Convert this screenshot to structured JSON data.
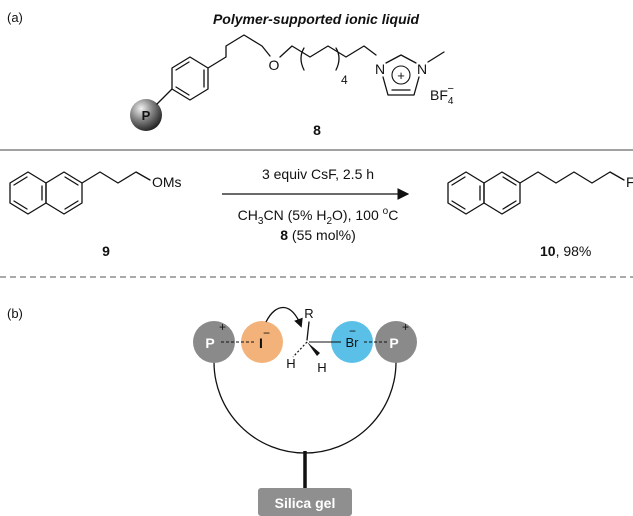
{
  "panel_a": {
    "label": "(a)",
    "title": "Polymer-supported ionic liquid",
    "polymer_bead_label": "P",
    "o_atom": "O",
    "chain_repeat": "4",
    "n1": "N",
    "n2": "N",
    "plus": "+",
    "counterion": "BF",
    "counterion_sub": "4",
    "counterion_charge": "−",
    "compound_number": "8"
  },
  "reaction": {
    "sm_leaving_group": "OMs",
    "sm_number": "9",
    "conditions_line1": "3 equiv CsF, 2.5 h",
    "conditions_line2_a": "CH",
    "conditions_line2_sub3": "3",
    "conditions_line2_b": "CN (5% H",
    "conditions_line2_sub2": "2",
    "conditions_line2_c": "O), 100 ",
    "conditions_line2_deg": "o",
    "conditions_line2_d": "C",
    "conditions_line3_cat": "8",
    "conditions_line3_rest": " (55 mol%)",
    "product_atom": "F",
    "product_number": "10",
    "product_yield": ", 98%"
  },
  "panel_b": {
    "label": "(b)",
    "left_p": "P",
    "left_p_charge": "+",
    "iodide": "I",
    "iodide_charge": "−",
    "r_group": "R",
    "h1": "H",
    "h2": "H",
    "bromide": "Br",
    "bromide_charge": "−",
    "right_p": "P",
    "right_p_charge": "+",
    "support_label": "Silica gel"
  },
  "colors": {
    "phosphonium": "#8a8a8a",
    "iodide": "#f2b27a",
    "bromide": "#5bc0e8",
    "silica": "#8f8f8f",
    "bead_dark": "#333333"
  }
}
